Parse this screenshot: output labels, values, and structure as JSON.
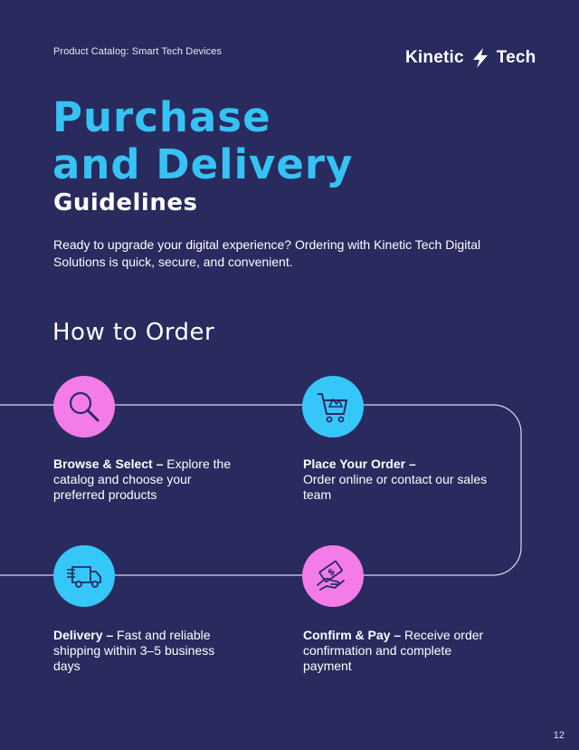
{
  "header": {
    "label": "Product Catalog: Smart Tech Devices"
  },
  "logo": {
    "word1": "Kinetic",
    "word2": "Tech",
    "icon": "lightning-bolt-icon"
  },
  "title": {
    "line1": "Purchase",
    "line2": "and Delivery",
    "subtitle": "Guidelines"
  },
  "intro": "Ready to upgrade your digital experience? Ordering with Kinetic Tech Digital Solutions is quick, secure, and convenient.",
  "section": {
    "heading": "How to Order"
  },
  "steps": [
    {
      "title": "Browse & Select –",
      "desc": " Explore the catalog and choose your preferred products",
      "icon": "magnifier-icon"
    },
    {
      "title": "Place Your Order –",
      "desc": " Order online or contact our sales team",
      "icon": "shopping-cart-icon"
    },
    {
      "title": "Delivery –",
      "desc": " Fast and reliable shipping within 3–5 business days",
      "icon": "delivery-truck-icon"
    },
    {
      "title": "Confirm & Pay –",
      "desc": " Receive order confirmation and complete payment",
      "icon": "payment-hand-icon"
    }
  ],
  "page_number": "12",
  "colors": {
    "background": "#292a5e",
    "accent_cyan": "#36c3f4",
    "accent_pink": "#f47ce9"
  }
}
